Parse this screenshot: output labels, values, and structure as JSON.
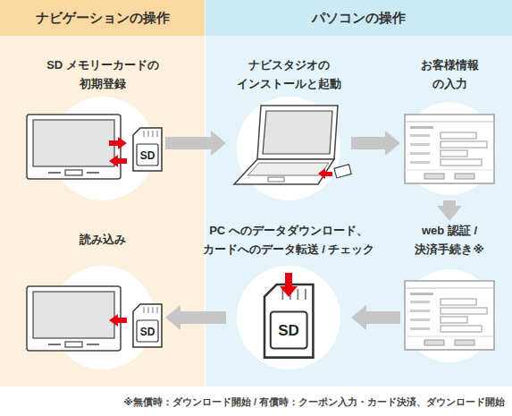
{
  "diagram": {
    "nodes": [
      {
        "text": [
          "ナビゲーションの操作"
        ]
      },
      {
        "text": [
          "パソコンの操作"
        ]
      },
      {
        "text": [
          "SD メモリーカードの 初期登録"
        ],
        "in": 0
      },
      {
        "text": [
          "ナビスタジオの インストールと起動"
        ],
        "in": 1
      },
      {
        "text": [
          "お客様情報 の入力"
        ],
        "in": 1
      },
      {
        "text": [
          "web 認証 / 決済手続き※"
        ],
        "in": 1
      },
      {
        "text": [
          "PC へのデータダウンロード、 カードへのデータ転送 / チェック"
        ],
        "in": 1
      },
      {
        "text": [
          "読み込み"
        ],
        "in": 0
      }
    ],
    "edges": [
      {
        "from": 2,
        "to": 3,
        "arrow": "to"
      },
      {
        "from": 3,
        "to": 4,
        "arrow": "to"
      },
      {
        "from": 4,
        "to": 5,
        "arrow": "to"
      },
      {
        "from": 5,
        "to": 6,
        "arrow": "to"
      },
      {
        "from": 6,
        "to": 7,
        "arrow": "to"
      }
    ],
    "labels": [
      "SD",
      "SD",
      "SD",
      "※無償時：ダウンロード開始 / 有償時：クーポン入力・カード決済、ダウンロード開始"
    ]
  }
}
